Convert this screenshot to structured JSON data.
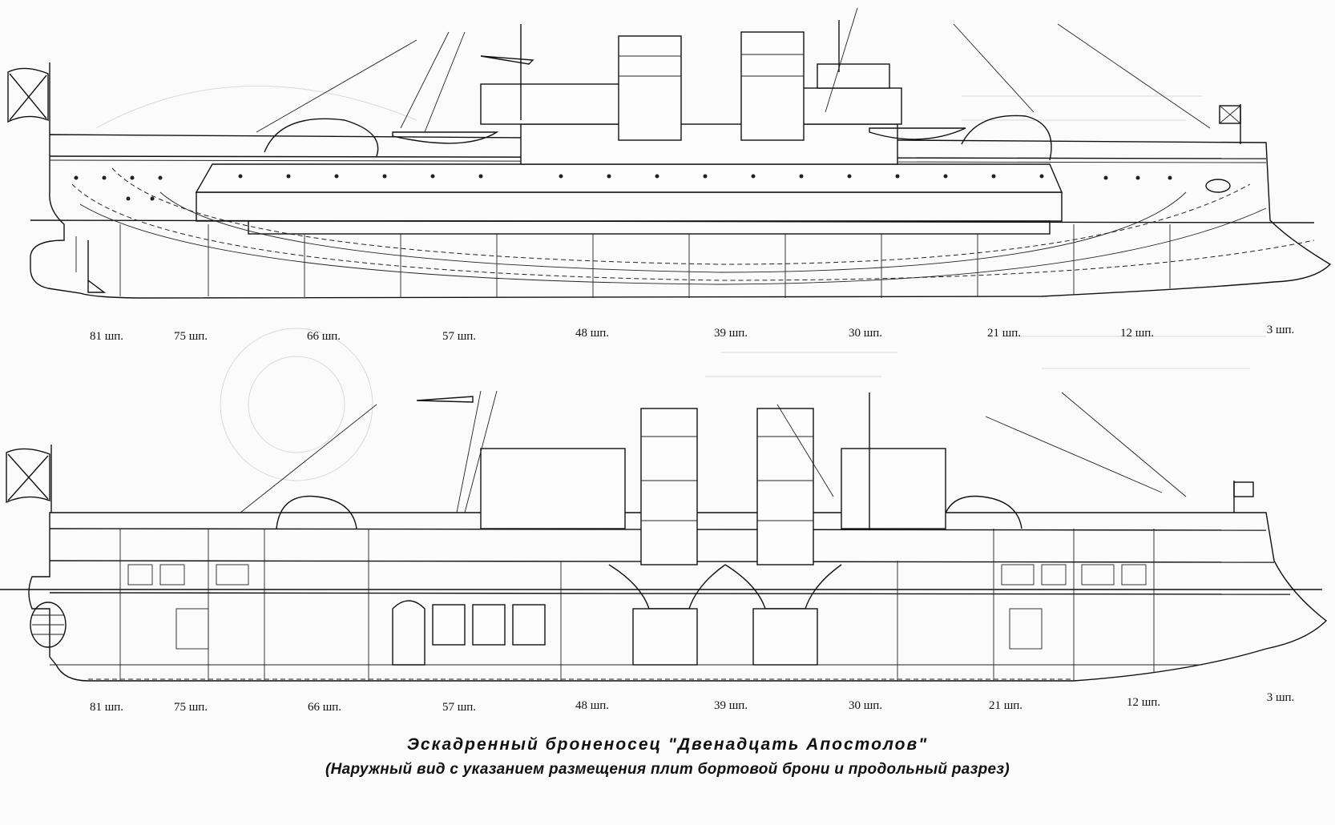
{
  "caption": {
    "title": "Эскадренный броненосец \"Двенадцать Апостолов\"",
    "subtitle": "(Наружный вид с указанием размещения плит бортовой брони и продольный разрез)"
  },
  "top_view": {
    "frame_labels": [
      "81 шп.",
      "75 шп.",
      "66 шп.",
      "57 шп.",
      "48 шп.",
      "39 шп.",
      "30 шп.",
      "21 шп.",
      "12 шп.",
      "3 шп."
    ]
  },
  "section_view": {
    "frame_labels": [
      "81 шп.",
      "75 шп.",
      "66 шп.",
      "57 шп.",
      "48 шп.",
      "39 шп.",
      "30 шп.",
      "21 шп.",
      "12 шп.",
      "3 шп."
    ]
  },
  "colors": {
    "ink": "#111111",
    "paper": "#fbfbfb",
    "ghost": "#d9d9d9"
  }
}
